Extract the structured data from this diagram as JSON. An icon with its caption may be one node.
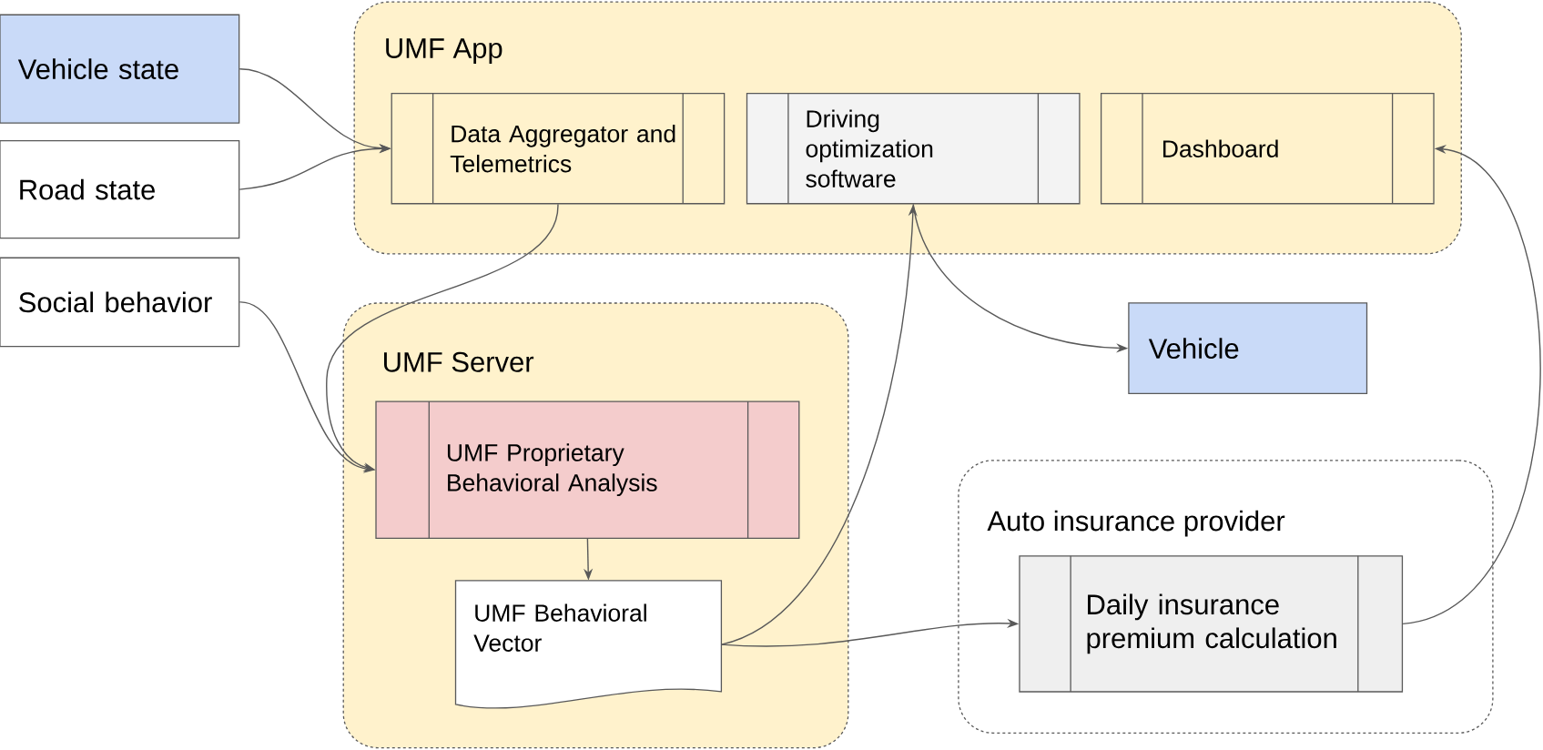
{
  "diagram": {
    "nodes": [
      {
        "text": [
          "Vehicle state"
        ]
      },
      {
        "text": [
          "Road state"
        ]
      },
      {
        "text": [
          "UMF App"
        ]
      },
      {
        "text": [
          "Data Aggregator and Telemetrics"
        ],
        "in": 2
      },
      {
        "text": [
          "Driving optimization software"
        ],
        "in": 2
      },
      {
        "text": [
          "Dashboard"
        ],
        "in": 2
      },
      {
        "text": [
          "Social behavior"
        ]
      },
      {
        "text": [
          "UMF Server"
        ]
      },
      {
        "text": [
          "UMF Proprietary Behavioral Analysis"
        ],
        "in": 7
      },
      {
        "text": [
          "UMF Behavioral Vector"
        ],
        "in": 7
      },
      {
        "text": [
          "Vehicle"
        ]
      },
      {
        "text": [
          "Auto insurance provider"
        ]
      },
      {
        "text": [
          "Daily insurance premium calculation"
        ],
        "in": 11
      }
    ],
    "edges": [
      {
        "from": 0,
        "to": 3,
        "arrow": "to"
      },
      {
        "from": 1,
        "to": 3,
        "arrow": "to"
      },
      {
        "from": 3,
        "to": 8,
        "arrow": "to"
      },
      {
        "from": 6,
        "to": 8,
        "arrow": "to"
      },
      {
        "from": 8,
        "to": 9,
        "arrow": "to"
      },
      {
        "from": 9,
        "to": 4,
        "arrow": "to"
      },
      {
        "from": 4,
        "to": 10,
        "arrow": "to"
      },
      {
        "from": 9,
        "to": 12,
        "arrow": "to"
      },
      {
        "from": 12,
        "to": 5,
        "arrow": "to"
      }
    ]
  }
}
